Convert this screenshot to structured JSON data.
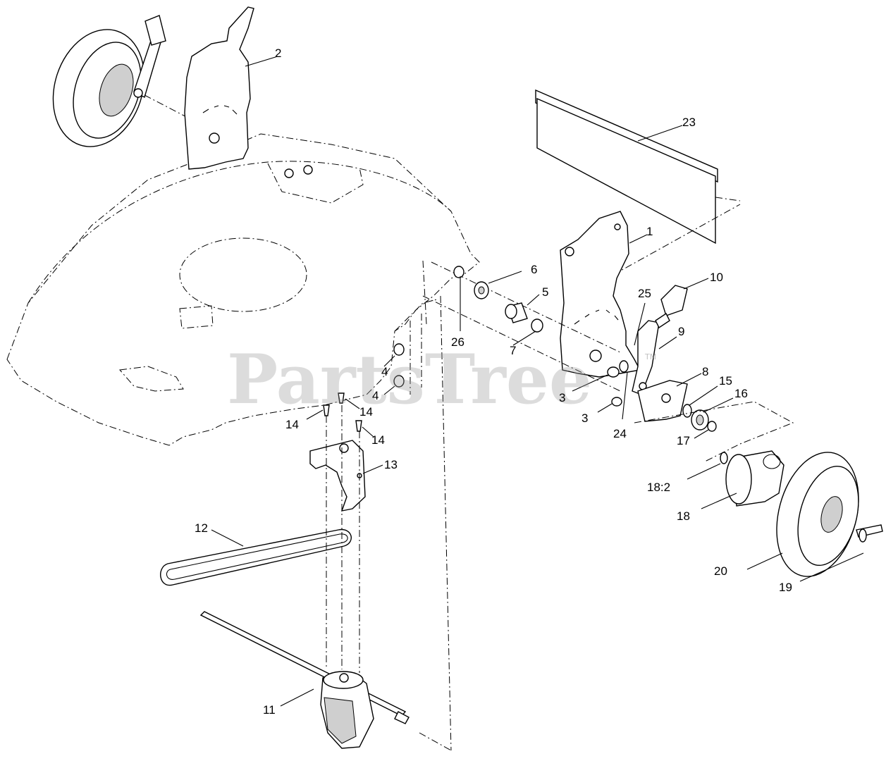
{
  "watermark": {
    "text": "PartsTree",
    "trademark": "TM"
  },
  "callouts": [
    {
      "id": "c2",
      "text": "2"
    },
    {
      "id": "c23",
      "text": "23"
    },
    {
      "id": "c1",
      "text": "1"
    },
    {
      "id": "c6",
      "text": "6"
    },
    {
      "id": "c5",
      "text": "5"
    },
    {
      "id": "c7",
      "text": "7"
    },
    {
      "id": "c26",
      "text": "26"
    },
    {
      "id": "c25",
      "text": "25"
    },
    {
      "id": "c10",
      "text": "10"
    },
    {
      "id": "c9",
      "text": "9"
    },
    {
      "id": "c8",
      "text": "8"
    },
    {
      "id": "c15",
      "text": "15"
    },
    {
      "id": "c16",
      "text": "16"
    },
    {
      "id": "c17",
      "text": "17"
    },
    {
      "id": "c3a",
      "text": "3"
    },
    {
      "id": "c3b",
      "text": "3"
    },
    {
      "id": "c24",
      "text": "24"
    },
    {
      "id": "c4a",
      "text": "4"
    },
    {
      "id": "c4b",
      "text": "4"
    },
    {
      "id": "c14a",
      "text": "14"
    },
    {
      "id": "c14b",
      "text": "14"
    },
    {
      "id": "c14c",
      "text": "14"
    },
    {
      "id": "c13",
      "text": "13"
    },
    {
      "id": "c12",
      "text": "12"
    },
    {
      "id": "c18b",
      "text": "18:2"
    },
    {
      "id": "c18",
      "text": "18"
    },
    {
      "id": "c20",
      "text": "20"
    },
    {
      "id": "c19",
      "text": "19"
    },
    {
      "id": "c11",
      "text": "11"
    }
  ]
}
